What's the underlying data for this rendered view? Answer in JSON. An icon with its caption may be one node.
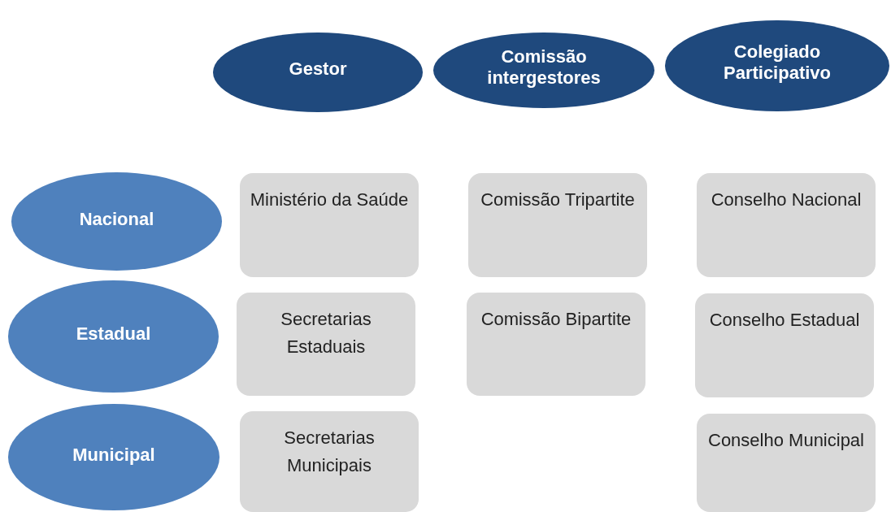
{
  "diagram": {
    "nodes": [
      {
        "text": [
          "Gestor"
        ]
      },
      {
        "text": [
          "Comissão intergestores"
        ]
      },
      {
        "text": [
          "Colegiado Participativo"
        ]
      },
      {
        "text": [
          "Nacional"
        ]
      },
      {
        "text": [
          "Ministério da Saúde"
        ]
      },
      {
        "text": [
          "Comissão Tripartite"
        ]
      },
      {
        "text": [
          "Conselho Nacional"
        ]
      },
      {
        "text": [
          "Estadual"
        ]
      },
      {
        "text": [
          "Secretarias Estaduais"
        ]
      },
      {
        "text": [
          "Comissão Bipartite"
        ]
      },
      {
        "text": [
          "Conselho Estadual"
        ]
      },
      {
        "text": [
          "Municipal"
        ]
      },
      {
        "text": [
          "Secretarias Municipais"
        ]
      },
      {
        "text": [
          "Conselho Municipal"
        ]
      }
    ]
  }
}
